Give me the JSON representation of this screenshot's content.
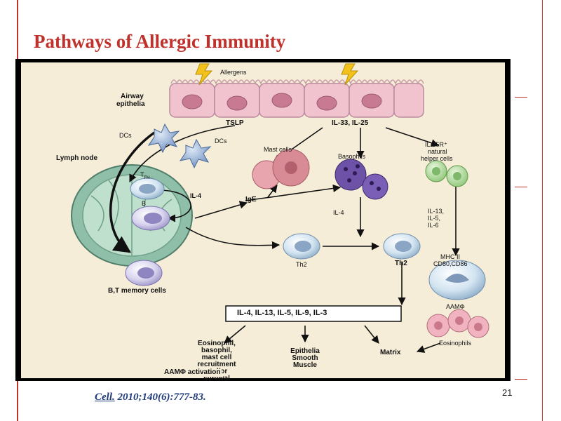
{
  "slide": {
    "title": "Pathways of Allergic Immunity",
    "citation_link": "Cell.",
    "citation_rest": " 2010;140(6):777-83.",
    "page_number": "21"
  },
  "diagram": {
    "allergens": "Allergens",
    "airway": "Airway",
    "epithelia": "epithelia",
    "tslp": "TSLP",
    "il33_il25": "IL-33, IL-25",
    "dcs_1": "DCs",
    "dcs_2": "DCs",
    "lymph_node": "Lymph node",
    "tfh": "T",
    "tfh_sub": "FH",
    "b": "B",
    "il4_node": "IL-4",
    "mast_cells": "Mast cells",
    "basophils": "Basophils",
    "il25r_1": "IL-25R⁺",
    "il25r_2": "natural",
    "il25r_3": "helper cells",
    "ige": "IgE",
    "il4_vertical": "IL-4",
    "il13_1": "IL-13,",
    "il13_2": "IL-5,",
    "il13_3": "IL-6",
    "th2_left": "Th2",
    "th2_right": "Th2",
    "mhc_1": "MHC II",
    "mhc_2": "CD80,CD86",
    "aam": "AAMΦ",
    "memory": "B,T memory cells",
    "cytokines": "IL-4, IL-13, IL-5, IL-9, IL-3",
    "eosinophils": "Eosinophils",
    "out1_1": "Eosinophil,",
    "out1_2": "basophil,",
    "out1_3": "mast cell",
    "out1_4": "recruitment",
    "out1_5": "and/or",
    "out1_6": "survival",
    "out1_7": "AAMΦ activation",
    "epithelia_out": "Epithelia",
    "smooth": "Smooth",
    "muscle": "Muscle",
    "matrix": "Matrix"
  },
  "colors": {
    "accent": "#c0312b",
    "panel": "#f5edd7",
    "citation": "#1f3a7a"
  }
}
